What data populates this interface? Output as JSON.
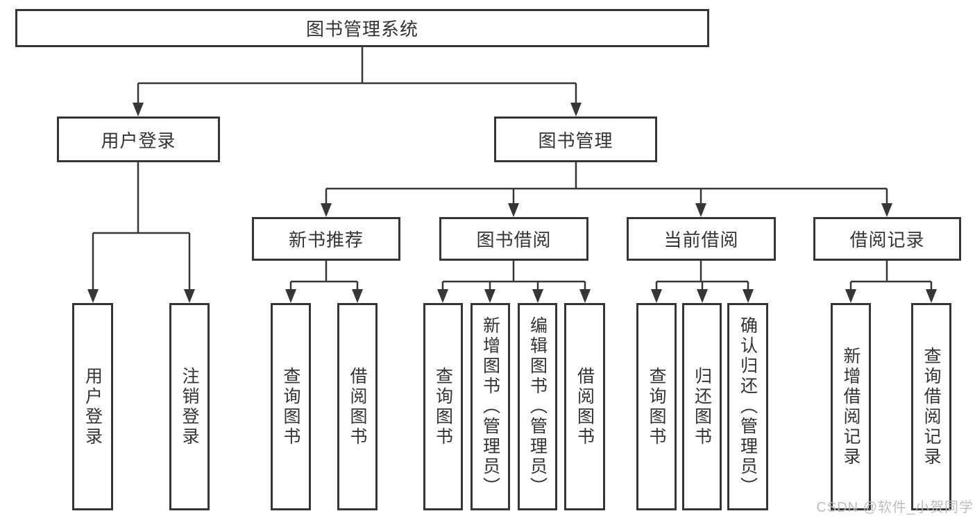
{
  "tree": {
    "label": "图书管理系统",
    "children": [
      {
        "label": "用户登录",
        "children": [
          {
            "label": "用户登录"
          },
          {
            "label": "注销登录"
          }
        ]
      },
      {
        "label": "图书管理",
        "children": [
          {
            "label": "新书推荐",
            "children": [
              {
                "label": "查询图书"
              },
              {
                "label": "借阅图书"
              }
            ]
          },
          {
            "label": "图书借阅",
            "children": [
              {
                "label": "查询图书"
              },
              {
                "label": "新增图书（管理员）"
              },
              {
                "label": "编辑图书（管理员）"
              },
              {
                "label": "借阅图书"
              }
            ]
          },
          {
            "label": "当前借阅",
            "children": [
              {
                "label": "查询图书"
              },
              {
                "label": "归还图书"
              },
              {
                "label": "确认归还（管理员）"
              }
            ]
          },
          {
            "label": "借阅记录",
            "children": [
              {
                "label": "新增借阅记录"
              },
              {
                "label": "查询借阅记录"
              }
            ]
          }
        ]
      }
    ]
  },
  "watermark": "CSDN @软件_小贺同学",
  "colors": {
    "line": "#363636",
    "text": "#333333",
    "watermark": "#b9b9b9",
    "background": "#ffffff"
  }
}
